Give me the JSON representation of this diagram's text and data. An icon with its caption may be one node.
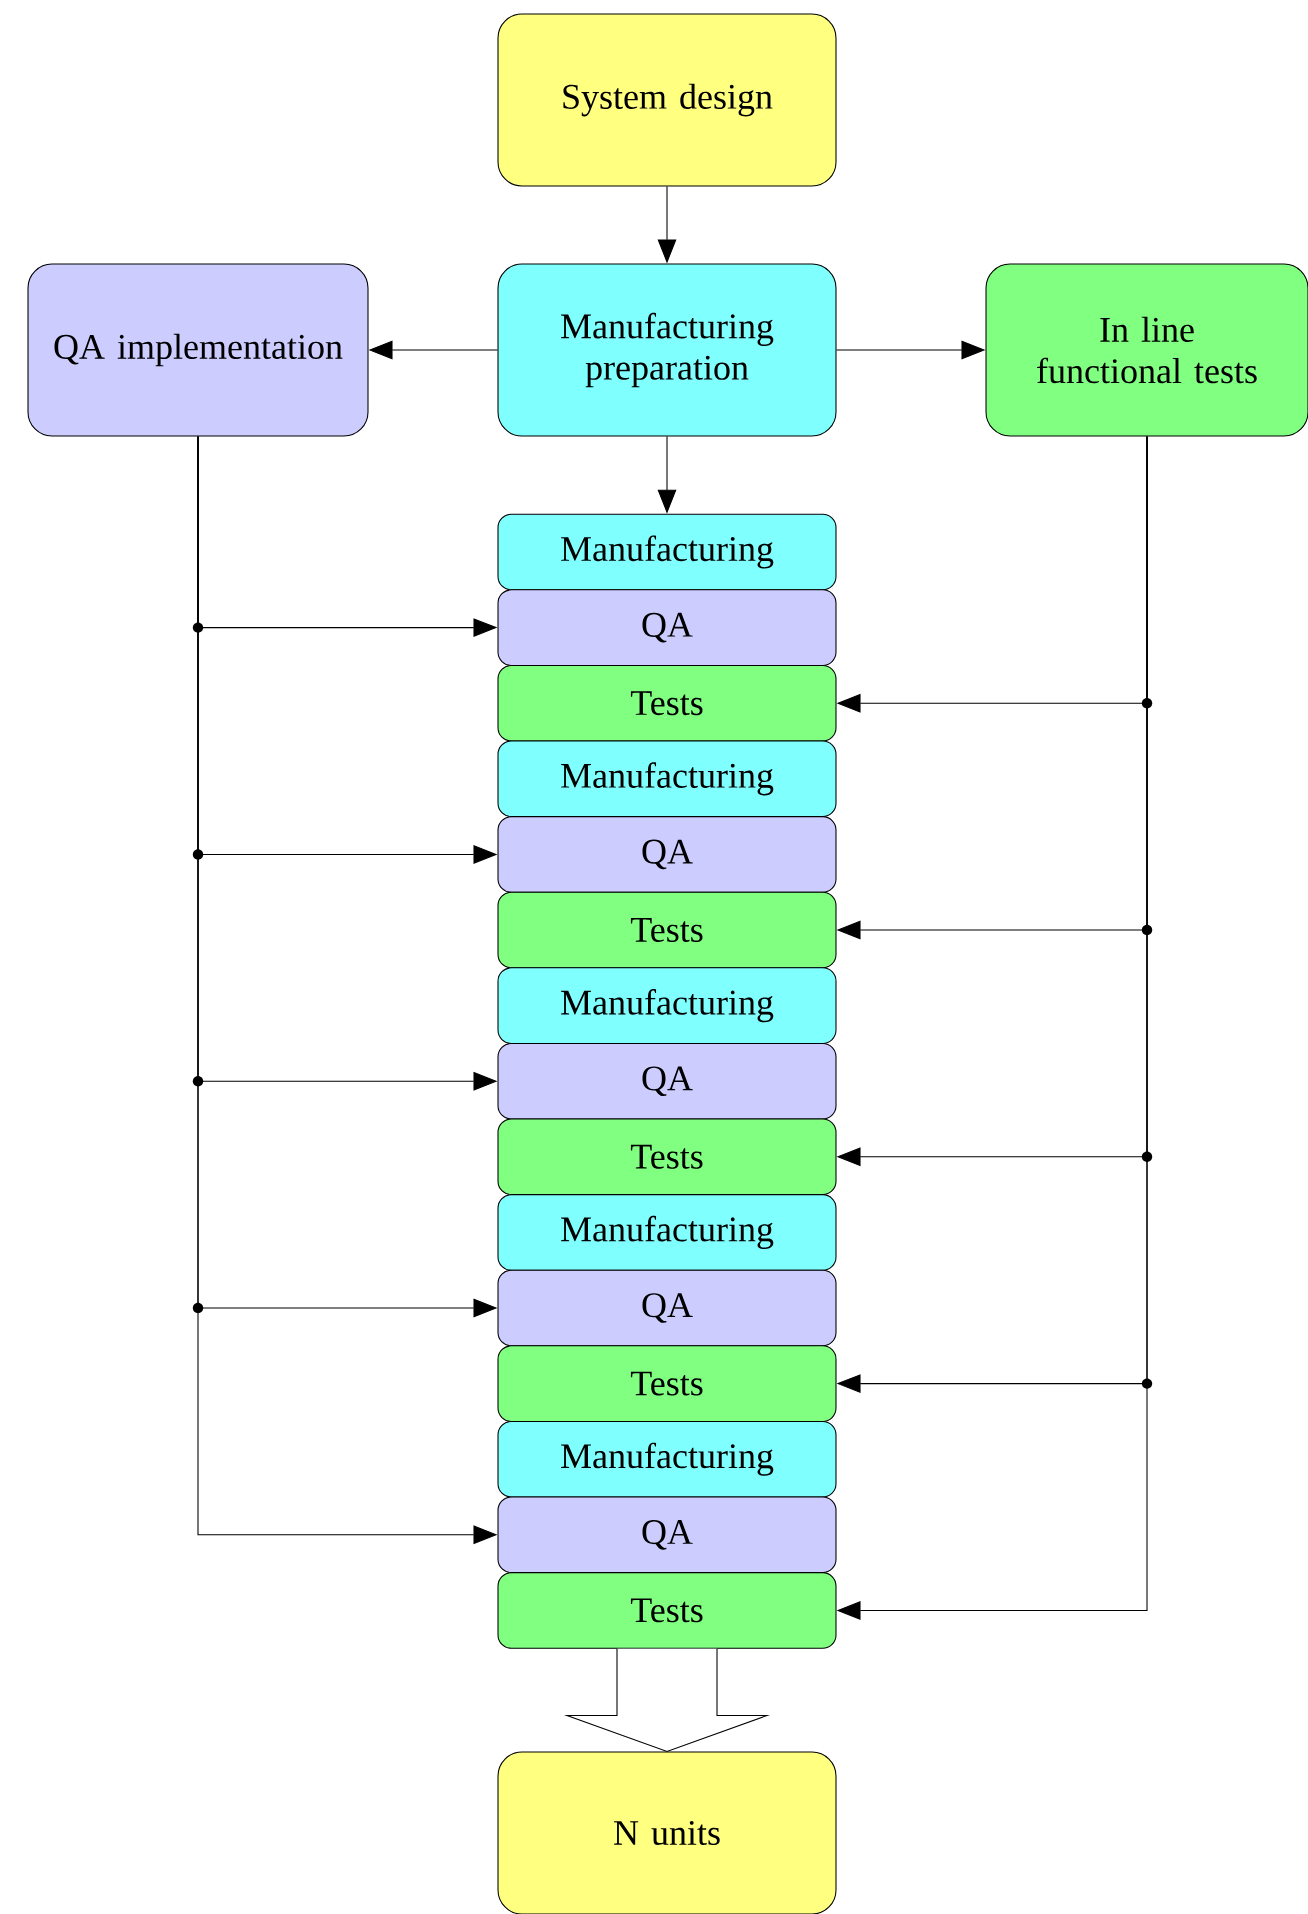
{
  "diagram": {
    "nodes": [
      {
        "text": [
          "System design"
        ]
      },
      {
        "text": [
          "QA implementation"
        ]
      },
      {
        "text": [
          "Manufacturing preparation"
        ]
      },
      {
        "text": [
          "In line functional tests"
        ]
      },
      {
        "text": [
          "Manufacturing"
        ]
      },
      {
        "text": [
          "QA"
        ]
      },
      {
        "text": [
          "Tests"
        ]
      },
      {
        "text": [
          "Manufacturing"
        ]
      },
      {
        "text": [
          "QA"
        ]
      },
      {
        "text": [
          "Tests"
        ]
      },
      {
        "text": [
          "Manufacturing"
        ]
      },
      {
        "text": [
          "QA"
        ]
      },
      {
        "text": [
          "Tests"
        ]
      },
      {
        "text": [
          "Manufacturing"
        ]
      },
      {
        "text": [
          "QA"
        ]
      },
      {
        "text": [
          "Tests"
        ]
      },
      {
        "text": [
          "Manufacturing"
        ]
      },
      {
        "text": [
          "QA"
        ]
      },
      {
        "text": [
          "Tests"
        ]
      },
      {
        "text": [
          "N units"
        ]
      }
    ],
    "edges": [
      {
        "from": 0,
        "to": 2,
        "arrow": "to"
      },
      {
        "from": 2,
        "to": 1,
        "arrow": "to"
      },
      {
        "from": 2,
        "to": 3,
        "arrow": "to"
      },
      {
        "from": 2,
        "to": 4,
        "arrow": "to"
      },
      {
        "from": 1,
        "to": 5,
        "arrow": "to"
      },
      {
        "from": 1,
        "to": 8,
        "arrow": "to"
      },
      {
        "from": 1,
        "to": 11,
        "arrow": "to"
      },
      {
        "from": 1,
        "to": 14,
        "arrow": "to"
      },
      {
        "from": 1,
        "to": 17,
        "arrow": "to"
      },
      {
        "from": 3,
        "to": 6,
        "arrow": "to"
      },
      {
        "from": 3,
        "to": 9,
        "arrow": "to"
      },
      {
        "from": 3,
        "to": 12,
        "arrow": "to"
      },
      {
        "from": 3,
        "to": 15,
        "arrow": "to"
      },
      {
        "from": 3,
        "to": 18,
        "arrow": "to"
      },
      {
        "from": 18,
        "to": 19,
        "arrow": "to",
        "style": "thick"
      }
    ]
  }
}
